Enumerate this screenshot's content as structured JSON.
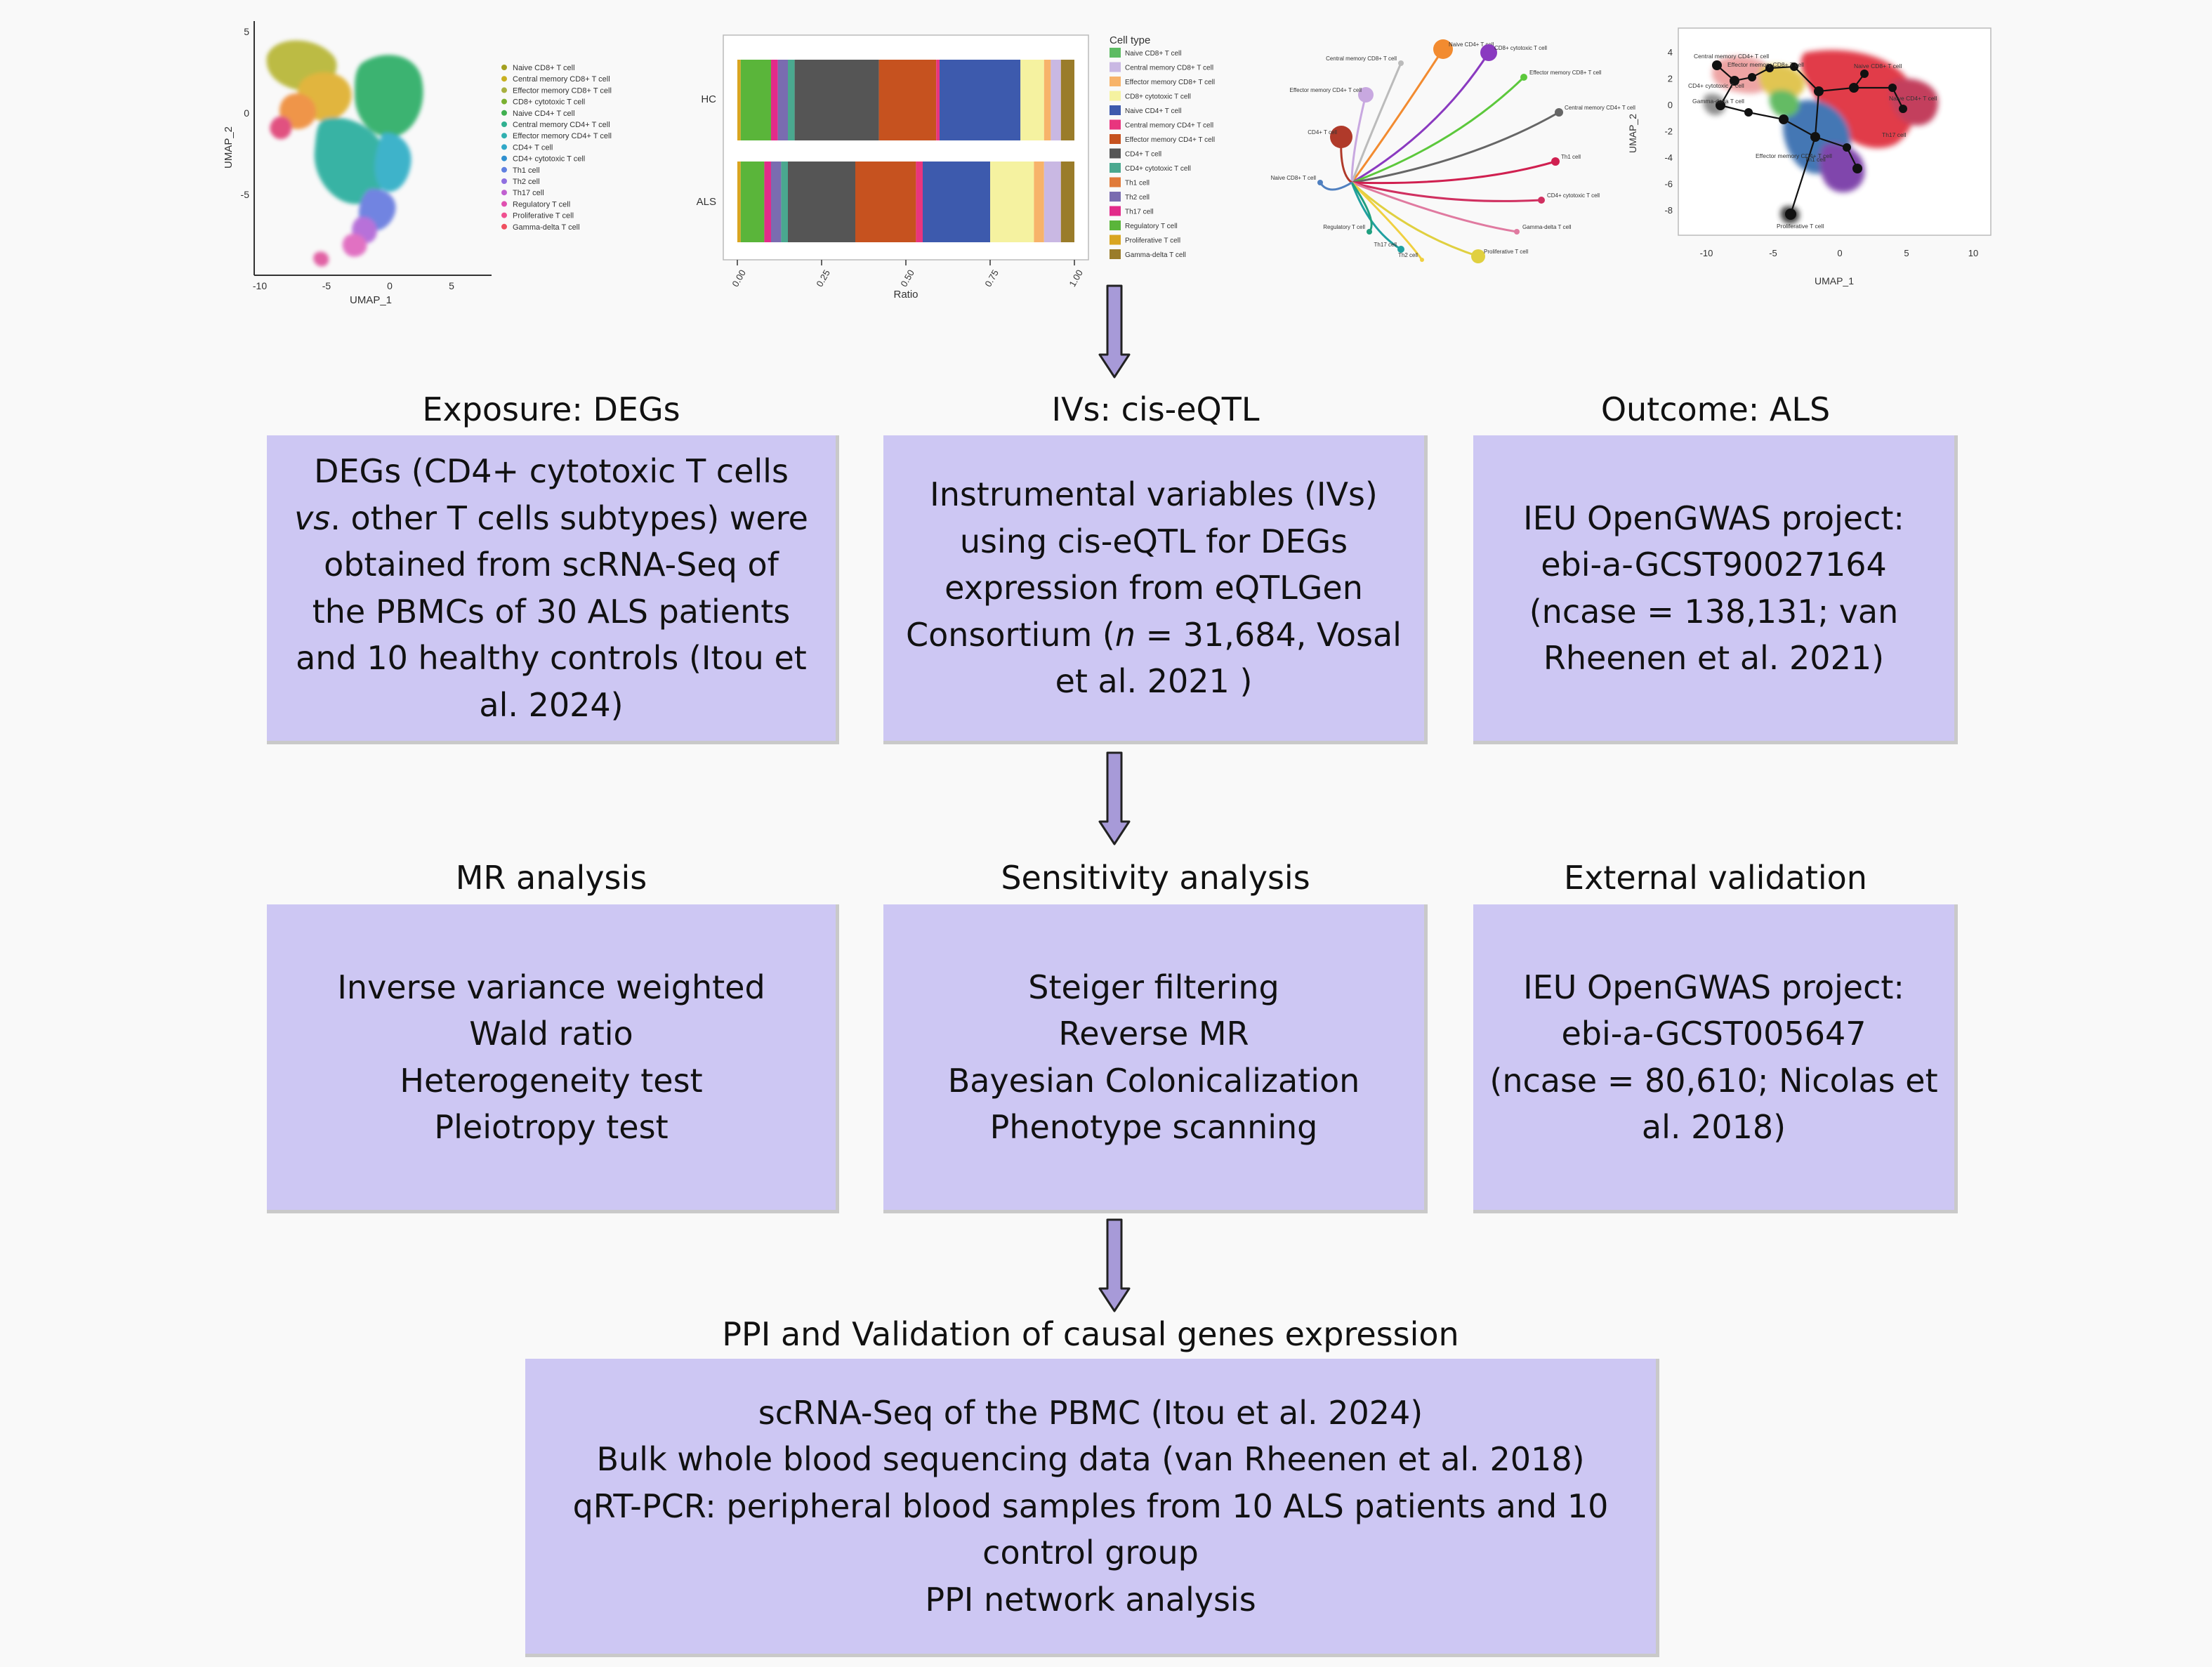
{
  "umap1": {
    "ylabel": "UMAP_2",
    "xlabel": "UMAP_1",
    "yticks": [
      "5",
      "0",
      "-5"
    ],
    "xticks": [
      "-10",
      "-5",
      "0",
      "5"
    ],
    "legend": [
      {
        "label": "Naive CD8+ T cell",
        "color": "#a3a020"
      },
      {
        "label": "Central memory CD8+ T cell",
        "color": "#c8b020"
      },
      {
        "label": "Effector memory CD8+ T cell",
        "color": "#a8b040"
      },
      {
        "label": "CD8+ cytotoxic T cell",
        "color": "#7ab030"
      },
      {
        "label": "Naive CD4+ T cell",
        "color": "#40b050"
      },
      {
        "label": "Central memory CD4+ T cell",
        "color": "#30b090"
      },
      {
        "label": "Effector memory CD4+ T cell",
        "color": "#30b0b0"
      },
      {
        "label": "CD4+ T cell",
        "color": "#30a8c8"
      },
      {
        "label": "CD4+ cytotoxic T cell",
        "color": "#3090d0"
      },
      {
        "label": "Th1 cell",
        "color": "#6080e0"
      },
      {
        "label": "Th2 cell",
        "color": "#9070e0"
      },
      {
        "label": "Th17 cell",
        "color": "#c060d0"
      },
      {
        "label": "Regulatory T cell",
        "color": "#e050b0"
      },
      {
        "label": "Proliferative T cell",
        "color": "#f05090"
      },
      {
        "label": "Gamma-delta T cell",
        "color": "#f05060"
      }
    ]
  },
  "ratio_chart": {
    "xlabel": "Ratio",
    "rows": [
      "HC",
      "ALS"
    ],
    "xticks": [
      "0.00",
      "0.25",
      "0.50",
      "0.75",
      "1.00"
    ],
    "legend_title": "Cell type",
    "legend": [
      {
        "label": "Naive CD8+ T cell",
        "color": "#5dbb63"
      },
      {
        "label": "Central memory CD8+ T cell",
        "color": "#c9b8e3"
      },
      {
        "label": "Effector memory CD8+ T cell",
        "color": "#f7b36a"
      },
      {
        "label": "CD8+ cytotoxic T cell",
        "color": "#f5f2a0"
      },
      {
        "label": "Naive CD4+ T cell",
        "color": "#3d5aad"
      },
      {
        "label": "Central memory CD4+ T cell",
        "color": "#e8357e"
      },
      {
        "label": "Effector memory CD4+ T cell",
        "color": "#c6521f"
      },
      {
        "label": "CD4+ T cell",
        "color": "#555555"
      },
      {
        "label": "CD4+ cytotoxic T cell",
        "color": "#4aa88f"
      },
      {
        "label": "Th1 cell",
        "color": "#e07a3a"
      },
      {
        "label": "Th2 cell",
        "color": "#7a6cb0"
      },
      {
        "label": "Th17 cell",
        "color": "#e22b8a"
      },
      {
        "label": "Regulatory T cell",
        "color": "#5ab53a"
      },
      {
        "label": "Proliferative T cell",
        "color": "#d9a520"
      },
      {
        "label": "Gamma-delta T cell",
        "color": "#9a7c2a"
      }
    ]
  },
  "trajectory": {
    "labels": [
      "Naive CD4+ T cell",
      "CD8+ cytotoxic T cell",
      "Central memory CD8+ T cell",
      "Effector memory CD8+ T cell",
      "Effector memory CD4+ T cell",
      "Central memory CD4+ T cell",
      "CD4+ T cell",
      "Th1 cell",
      "CD4+ cytotoxic T cell",
      "Gamma-delta T cell",
      "Proliferative T cell",
      "Th2 cell",
      "Th17 cell",
      "Regulatory T cell",
      "Naive CD8+ T cell"
    ]
  },
  "umap2": {
    "ylabel": "UMAP_2",
    "xlabel": "UMAP_1",
    "yticks": [
      "4",
      "2",
      "0",
      "-2",
      "-4",
      "-6",
      "-8"
    ],
    "xticks": [
      "-10",
      "-5",
      "0",
      "5",
      "10"
    ],
    "labels": [
      "Central memory CD4+ T cell",
      "Effector memory CD8+ T cell",
      "CD4+ cytotoxic T cell",
      "Gamma-delta T cell",
      "Naive CD8+ T cell",
      "Naive CD4+ T cell",
      "Th17 cell",
      "Effector memory CD4+ T cell",
      "Th1 cell",
      "Proliferative T cell"
    ]
  },
  "row1": {
    "exposure": {
      "header": "Exposure: DEGs",
      "lines": [
        "DEGs (CD4+ cytotoxic T cells",
        "vs. other T cells subtypes) were",
        "obtained from scRNA-Seq of",
        "the PBMCs of 30 ALS patients",
        "and 10 healthy controls (Itou et",
        "al. 2024)"
      ]
    },
    "ivs": {
      "header": "IVs: cis-eQTL",
      "lines": [
        "Instrumental variables (IVs)",
        "using cis-eQTL for DEGs",
        "expression from eQTLGen",
        "Consortium (n = 31,684, Vosal",
        "et al. 2021 )"
      ]
    },
    "outcome": {
      "header": "Outcome: ALS",
      "lines": [
        "IEU OpenGWAS project:",
        "ebi-a-GCST90027164",
        "(ncase = 138,131; van",
        "Rheenen et al. 2021)"
      ]
    }
  },
  "row2": {
    "mr": {
      "header": "MR analysis",
      "lines": [
        "Inverse variance weighted",
        "Wald ratio",
        "Heterogeneity test",
        "Pleiotropy test"
      ]
    },
    "sensitivity": {
      "header": "Sensitivity analysis",
      "lines": [
        "Steiger filtering",
        "Reverse MR",
        "Bayesian Colonicalization",
        "Phenotype scanning"
      ]
    },
    "validation": {
      "header": "External validation",
      "lines": [
        "IEU OpenGWAS project:",
        "ebi-a-GCST005647",
        "(ncase = 80,610; Nicolas et",
        "al. 2018)"
      ]
    }
  },
  "row3": {
    "ppi": {
      "header": "PPI and Validation of causal genes expression",
      "lines": [
        "scRNA-Seq of the PBMC (Itou et al. 2024)",
        "Bulk whole blood sequencing data (van Rheenen et al. 2018)",
        "qRT-PCR: peripheral blood samples from 10 ALS patients and 10",
        "control group",
        "PPI network analysis"
      ]
    }
  },
  "colors": {
    "box_fill": "#cdc7f3",
    "arrow_fill": "#a79ad8",
    "arrow_stroke": "#222222",
    "background": "#f9f9f9"
  }
}
